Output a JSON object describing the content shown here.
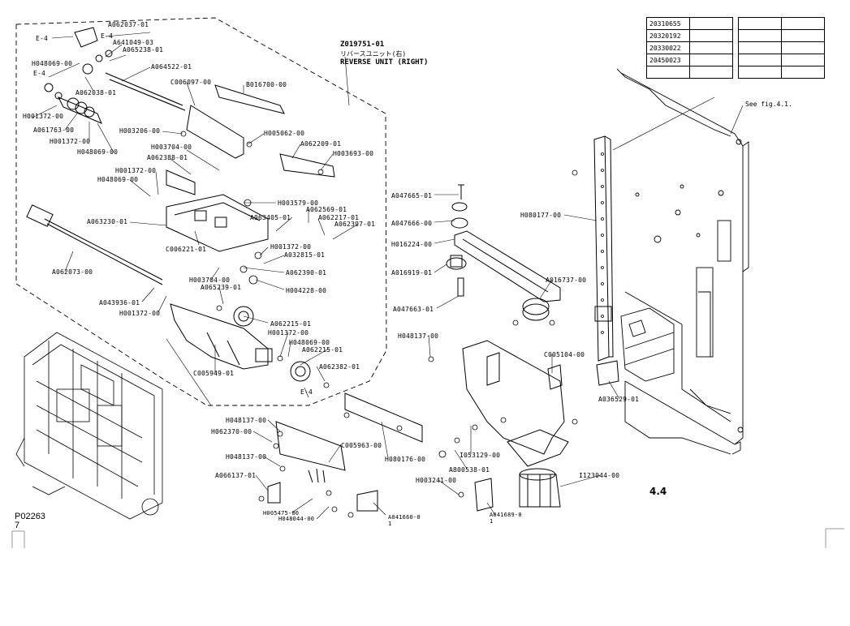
{
  "assembly": {
    "number": "Z019751-01",
    "name_jp": "リバースユニット(右)",
    "name_en": "REVERSE UNIT (RIGHT)"
  },
  "reference_note": "See fig.4.1.",
  "figure_number": "4.4",
  "page_code": "P02263",
  "page_code_line2": "7",
  "revision_table": {
    "rows": [
      "20310655",
      "20320192",
      "20330022",
      "20450023",
      ""
    ]
  },
  "callouts": [
    "E-4",
    "A062037-01",
    "E-4",
    "A641049-03",
    "A065238-01",
    "H048069-00",
    "E-4",
    "A064522-01",
    "A062038-01",
    "C006097-00",
    "B016700-00",
    "H001372-00",
    "A061763-00",
    "H001372-00",
    "H048069-00",
    "H003206-00",
    "H005062-00",
    "H003704-00",
    "A062209-01",
    "A062388-01",
    "H003693-00",
    "H001372-00",
    "H048069-00",
    "H003579-00",
    "A062569-01",
    "A063405-01",
    "A062217-01",
    "A063230-01",
    "A062397-01",
    "C006221-01",
    "H001372-00",
    "A032815-01",
    "A062390-01",
    "A062073-00",
    "H003704-00",
    "A065239-01",
    "H004228-00",
    "A043936-01",
    "H001372-00",
    "A062215-01",
    "H001372-00",
    "H048069-00",
    "A062215-01",
    "C005949-01",
    "A062382-01",
    "E-4",
    "A047665-01",
    "A047666-00",
    "H080177-00",
    "H016224-00",
    "A016919-01",
    "A016737-00",
    "A047663-01",
    "H048137-00",
    "C005104-00",
    "A036529-01",
    "H048137-00",
    "H062370-00",
    "C005963-00",
    "H048137-00",
    "H080176-00",
    "I053129-00",
    "A800538-01",
    "A066137-01",
    "H003241-00",
    "I123044-00",
    "H005475-00",
    "H048044-00",
    "A041660-0",
    "1",
    "A041689-0",
    "1"
  ]
}
